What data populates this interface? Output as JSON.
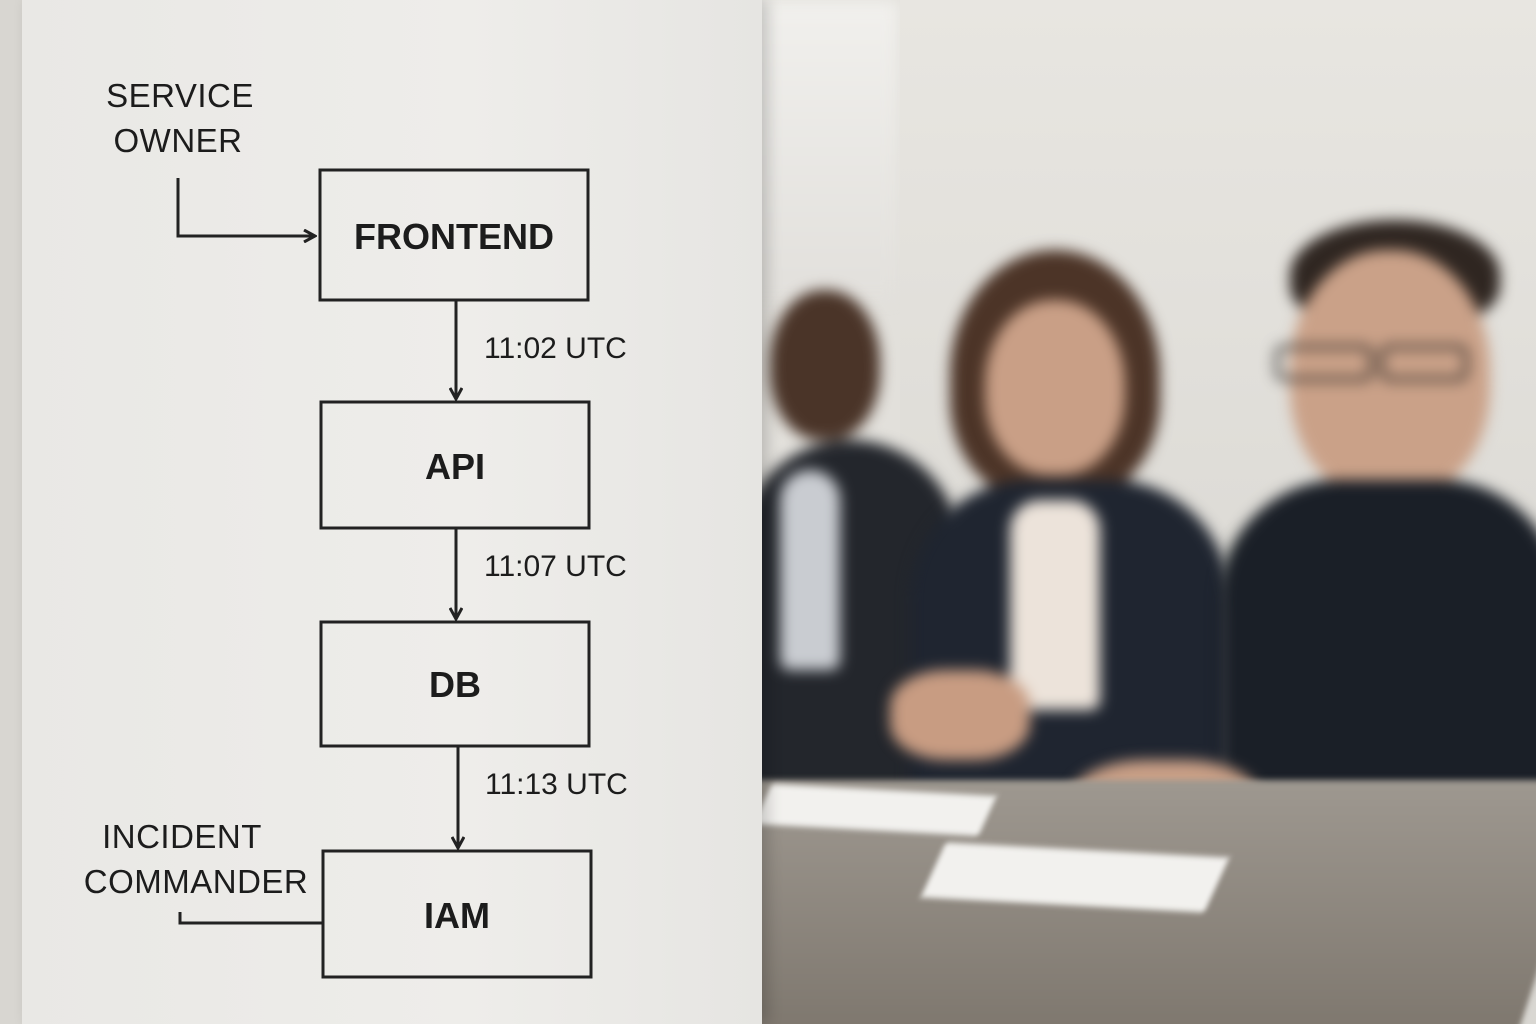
{
  "diagram": {
    "nodes": [
      {
        "id": "frontend",
        "label": "FRONTEND"
      },
      {
        "id": "api",
        "label": "API"
      },
      {
        "id": "db",
        "label": "DB"
      },
      {
        "id": "iam",
        "label": "IAM"
      }
    ],
    "edges": [
      {
        "from": "frontend",
        "to": "api",
        "label": "11:02 UTC"
      },
      {
        "from": "api",
        "to": "db",
        "label": "11:07 UTC"
      },
      {
        "from": "db",
        "to": "iam",
        "label": "11:13 UTC"
      }
    ],
    "roles": {
      "service_owner": {
        "line1": "SERVICE",
        "line2": "OWNER",
        "target": "frontend"
      },
      "incident_commander": {
        "line1": "INCIDENT",
        "line2": "COMMANDER",
        "target": "iam"
      }
    }
  }
}
